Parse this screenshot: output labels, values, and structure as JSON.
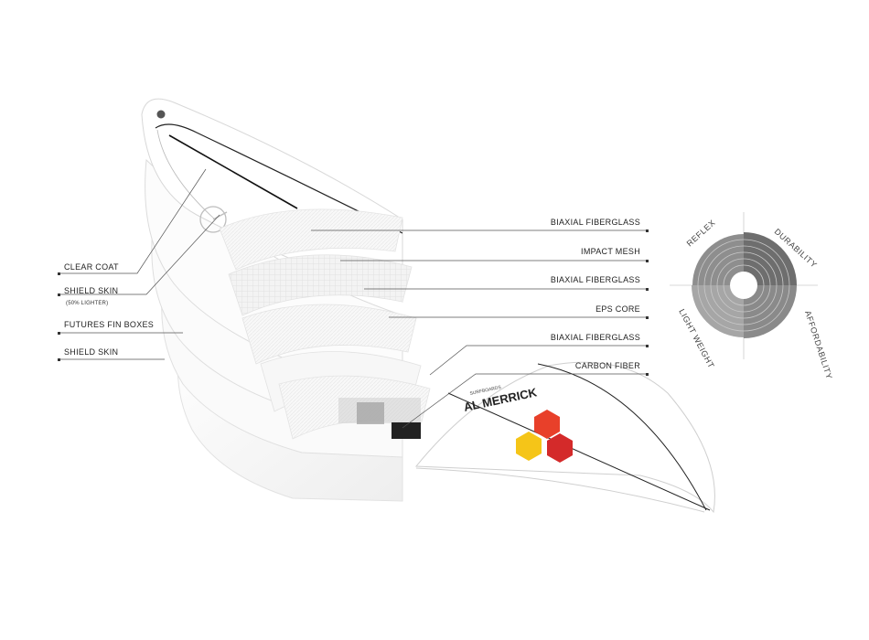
{
  "layers": {
    "left": [
      {
        "id": "clear-coat",
        "label": "CLEAR COAT"
      },
      {
        "id": "shield-skin-top",
        "label": "SHIELD SKIN",
        "note": "(50% LIGHTER)"
      },
      {
        "id": "futures-fin-boxes",
        "label": "FUTURES FIN BOXES"
      },
      {
        "id": "shield-skin-bottom",
        "label": "SHIELD SKIN"
      }
    ],
    "right": [
      {
        "id": "biaxial-1",
        "label": "BIAXIAL FIBERGLASS"
      },
      {
        "id": "impact-mesh",
        "label": "IMPACT MESH"
      },
      {
        "id": "biaxial-2",
        "label": "BIAXIAL FIBERGLASS"
      },
      {
        "id": "eps-core",
        "label": "EPS CORE"
      },
      {
        "id": "biaxial-3",
        "label": "BIAXIAL FIBERGLASS"
      },
      {
        "id": "carbon-fiber",
        "label": "CARBON FIBER"
      }
    ]
  },
  "board": {
    "logo_text": "AL MERRICK",
    "logo_small": "SURFBOARDS",
    "hex_colors": [
      "#e8402a",
      "#f5c518",
      "#d42a2a"
    ]
  },
  "rating": {
    "quadrants": [
      {
        "label": "REFLEX",
        "shade": "#8e8e8e"
      },
      {
        "label": "DURABILITY",
        "shade": "#6e6e6e"
      },
      {
        "label": "AFFORDABILITY",
        "shade": "#8a8a8a"
      },
      {
        "label": "LIGHT WEIGHT",
        "shade": "#a6a6a6"
      }
    ]
  }
}
